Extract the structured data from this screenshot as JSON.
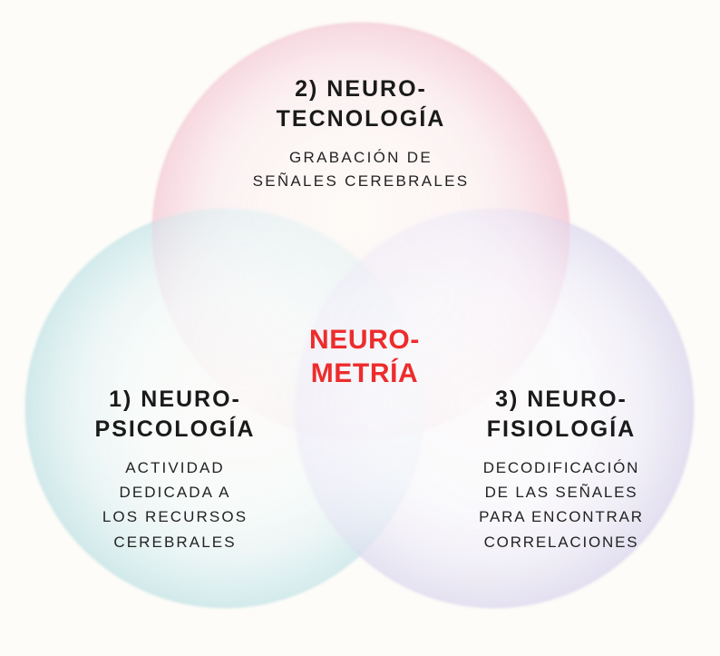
{
  "diagram": {
    "type": "venn",
    "background_color": "#FDFCF8",
    "center": {
      "name": "neurometria",
      "title": "NEURO-\nMETRÍA",
      "color": "#ED2C2C"
    },
    "circles": [
      {
        "id": "neuropsicologia",
        "number": "1)",
        "title": "1) NEURO-\nPSICOLOGÍA",
        "description": "ACTIVIDAD\nDEDICADA A\nLOS RECURSOS\nCEREBRALES",
        "color": "#7FC4CE",
        "position": "bottom-left"
      },
      {
        "id": "neurotecnologia",
        "number": "2)",
        "title": "2) NEURO-\nTECNOLOGÍA",
        "description": "GRABACIÓN DE\nSEÑALES CEREBRALES",
        "color": "#E8829F",
        "position": "top"
      },
      {
        "id": "neurofisiologia",
        "number": "3)",
        "title": "3) NEURO-\nFISIOLOGÍA",
        "description": "DECODIFICACIÓN\nDE LAS SEÑALES\nPARA ENCONTRAR\nCORRELACIONES",
        "color": "#A99BDC",
        "position": "bottom-right"
      }
    ],
    "text_color": "#1A1A1A"
  }
}
